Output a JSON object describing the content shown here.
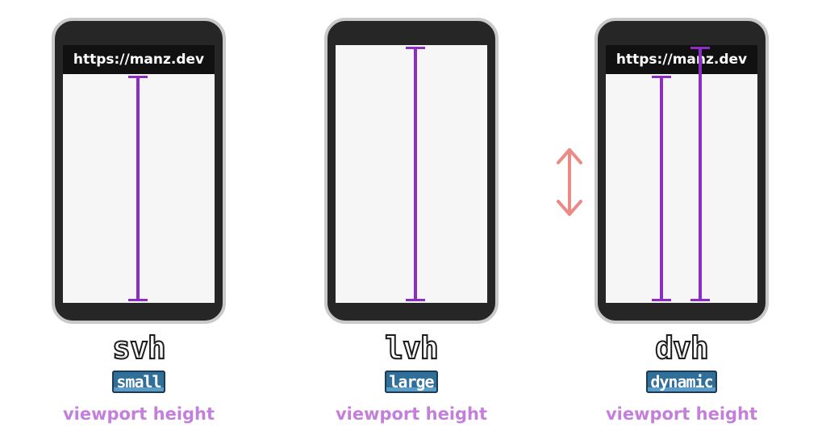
{
  "panels": [
    {
      "url": "https://manz.dev",
      "unit": "svh",
      "size_word": "small",
      "caption": "viewport height"
    },
    {
      "url": "",
      "unit": "lvh",
      "size_word": "large",
      "caption": "viewport height"
    },
    {
      "url": "https://manz.dev",
      "unit": "dvh",
      "size_word": "dynamic",
      "caption": "viewport height"
    }
  ],
  "colors": {
    "measure_line": "#8a2fc2",
    "caption": "#c47fdb",
    "resize_arrow": "#ec8a86",
    "phone_body": "#262626",
    "phone_border": "#c9c9c9",
    "label_badge": "#2f6f9a"
  },
  "icons": {
    "resize": "double-arrow-vertical-icon"
  }
}
